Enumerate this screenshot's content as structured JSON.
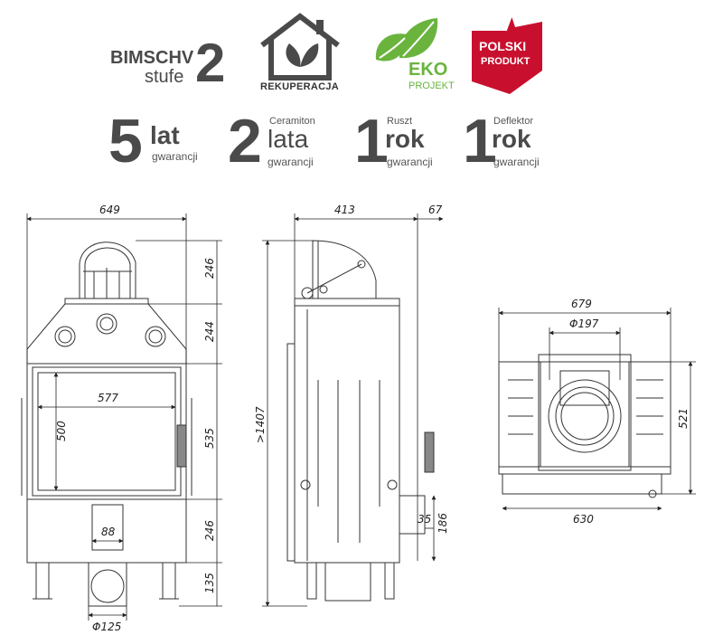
{
  "header": {
    "bimschv": {
      "line1": "BIMSCHV",
      "line2": "stufe",
      "number": "2"
    },
    "rekuperacja": {
      "label": "REKUPERACJA"
    },
    "eko": {
      "line1": "EKO",
      "line2": "PROJEKT"
    },
    "polski": {
      "line1": "POLSKI",
      "line2": "PRODUKT"
    }
  },
  "warranties": [
    {
      "number": "5",
      "word": "lat",
      "top": "",
      "sub": "gwarancji"
    },
    {
      "number": "2",
      "word": "lata",
      "top": "Ceramiton",
      "sub": "gwarancji"
    },
    {
      "number": "1",
      "word": "rok",
      "top": "Ruszt",
      "sub": "gwarancji"
    },
    {
      "number": "1",
      "word": "rok",
      "top": "Deflektor",
      "sub": "gwarancji"
    }
  ],
  "dimensions": {
    "front_width": "649",
    "front_h1": "246",
    "front_h2": "244",
    "front_h3": "535",
    "front_h4": "246",
    "front_h5": "135",
    "glass_width": "577",
    "glass_height": "500",
    "air_inlet": "88",
    "bottom_pipe": "Φ125",
    "side_depth": "413",
    "side_offset": "67",
    "total_height": ">1407",
    "side_35": "35",
    "side_186": "186",
    "top_width": "679",
    "top_flue": "Φ197",
    "top_depth": "521",
    "top_bottom_width": "630"
  },
  "colors": {
    "eko_green": "#6ab43e",
    "polski_red": "#c8102e",
    "logo_gray": "#4a4a4a"
  }
}
